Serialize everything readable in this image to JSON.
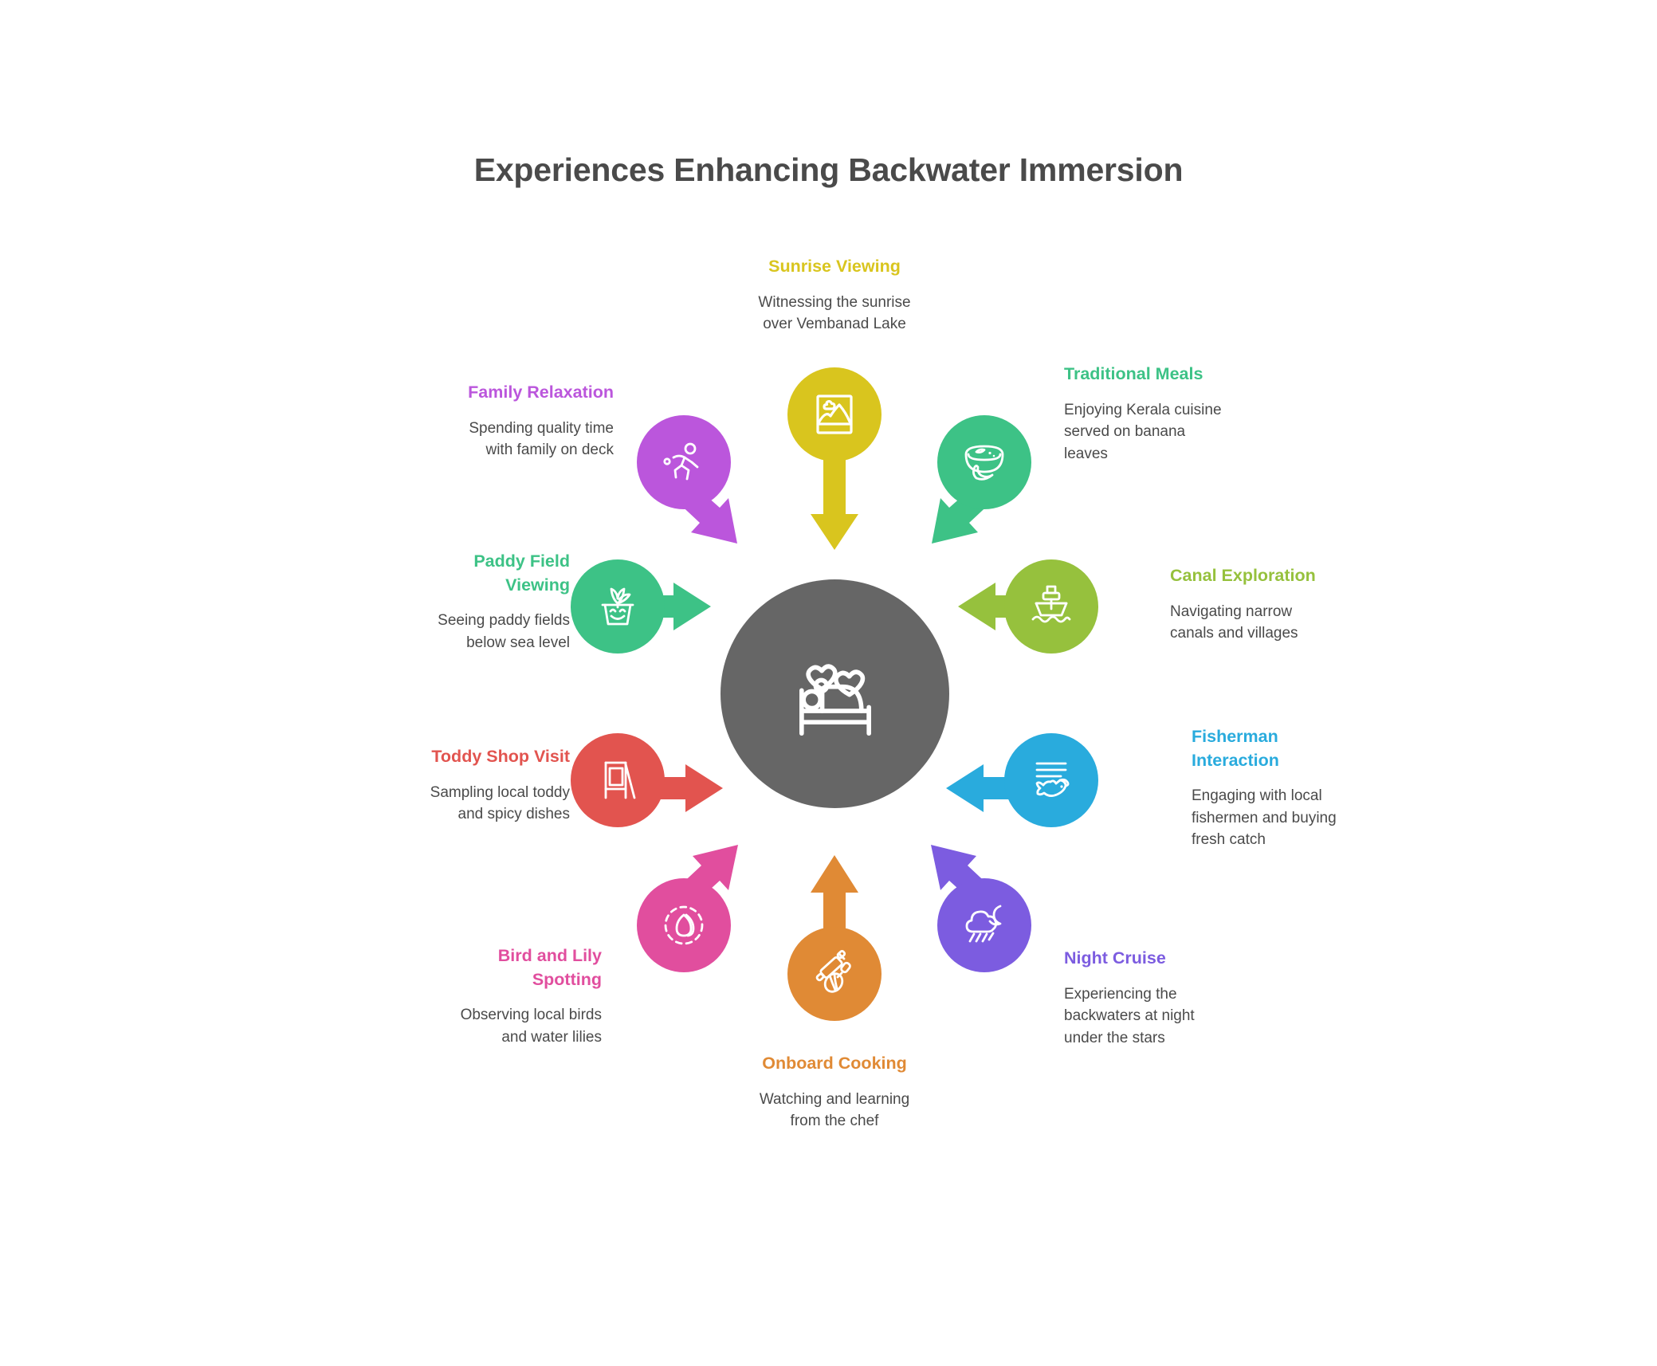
{
  "title": "Experiences Enhancing Backwater Immersion",
  "center": {
    "icon": "bed-with-hearts-icon",
    "color": "#666666"
  },
  "nodes": [
    {
      "id": "sunrise-viewing",
      "title": "Sunrise Viewing",
      "desc": "Witnessing the sunrise\nover Vembanad Lake",
      "color": "#D9C51E",
      "icon": "image-landscape-icon"
    },
    {
      "id": "traditional-meals",
      "title": "Traditional Meals",
      "desc": "Enjoying Kerala cuisine\nserved on banana\nleaves",
      "color": "#3DC286",
      "icon": "soup-bowl-chili-icon"
    },
    {
      "id": "canal-exploration",
      "title": "Canal Exploration",
      "desc": "Navigating narrow\ncanals and villages",
      "color": "#96C13D",
      "icon": "ship-boat-icon"
    },
    {
      "id": "fisherman-interaction",
      "title": "Fisherman\nInteraction",
      "desc": "Engaging with local\nfishermen and buying\nfresh catch",
      "color": "#29ABDD",
      "icon": "fish-icon"
    },
    {
      "id": "night-cruise",
      "title": "Night Cruise",
      "desc": "Experiencing the\nbackwaters at night\nunder the stars",
      "color": "#7C5CE0",
      "icon": "cloud-moon-rain-icon"
    },
    {
      "id": "onboard-cooking",
      "title": "Onboard Cooking",
      "desc": "Watching and learning\nfrom the chef",
      "color": "#E08A35",
      "icon": "rolling-pin-whisk-icon"
    },
    {
      "id": "bird-and-lily-spotting",
      "title": "Bird and Lily\nSpotting",
      "desc": "Observing local birds\nand water lilies",
      "color": "#E14E9E",
      "icon": "egg-nest-icon"
    },
    {
      "id": "toddy-shop-visit",
      "title": "Toddy Shop Visit",
      "desc": "Sampling local toddy\nand spicy dishes",
      "color": "#E2544F",
      "icon": "sandwich-board-sign-icon"
    },
    {
      "id": "paddy-field-viewing",
      "title": "Paddy Field\nViewing",
      "desc": "Seeing paddy fields\nbelow sea level",
      "color": "#3DC286",
      "icon": "potted-plant-smile-icon"
    },
    {
      "id": "family-relaxation",
      "title": "Family Relaxation",
      "desc": "Spending quality time\nwith family on deck",
      "color": "#BB56DC",
      "icon": "running-person-icon"
    }
  ]
}
